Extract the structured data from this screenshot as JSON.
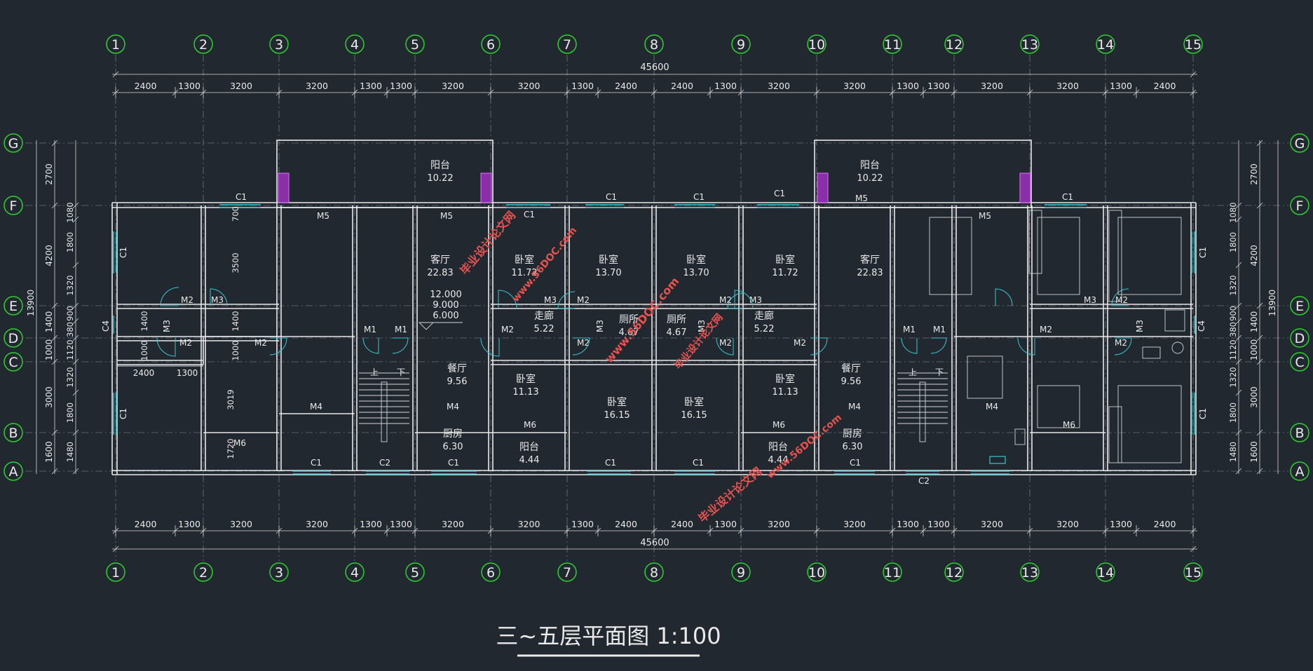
{
  "title": "三~五层平面图 1:100",
  "axes_x": [
    "1",
    "2",
    "3",
    "4",
    "5",
    "6",
    "7",
    "8",
    "9",
    "10",
    "11",
    "12",
    "13",
    "14",
    "15"
  ],
  "axes_y": [
    "G",
    "F",
    "E",
    "D",
    "C",
    "B",
    "A"
  ],
  "overall_dim": "45600",
  "overall_dim_bottom": "45600",
  "dims_top": [
    "2400",
    "1300",
    "3200",
    "3200",
    "1300",
    "1300",
    "3200",
    "3200",
    "1300",
    "2400",
    "2400",
    "1300",
    "3200",
    "3200",
    "1300",
    "1300",
    "3200",
    "3200",
    "1300",
    "2400"
  ],
  "dims_bottom": [
    "2400",
    "1300",
    "3200",
    "3200",
    "1300",
    "1300",
    "3200",
    "3200",
    "1300",
    "2400",
    "2400",
    "1300",
    "3200",
    "3200",
    "1300",
    "1300",
    "3200",
    "3200",
    "1300",
    "2400"
  ],
  "dims_left_outer": [
    "2700",
    "4200",
    "13900",
    "1400",
    "1000",
    "3000",
    "1600"
  ],
  "dims_left_inner": [
    "1080",
    "1800",
    "1320",
    "900",
    "380",
    "1120",
    "1320",
    "1800",
    "1480"
  ],
  "dims_right_outer": [
    "2700",
    "4200",
    "13900",
    "1400",
    "1000",
    "3000",
    "1600"
  ],
  "dims_right_inner": [
    "1080",
    "1800",
    "1320",
    "900",
    "380",
    "1120",
    "1320",
    "1800",
    "1480"
  ],
  "rooms": [
    {
      "name": "阳台",
      "area": "10.22"
    },
    {
      "name": "阳台",
      "area": "10.22"
    },
    {
      "name": "客厅",
      "area": "22.83"
    },
    {
      "name": "客厅",
      "area": "22.83"
    },
    {
      "name": "卧室",
      "area": "11.72"
    },
    {
      "name": "卧室",
      "area": "13.70"
    },
    {
      "name": "卧室",
      "area": "13.70"
    },
    {
      "name": "卧室",
      "area": "11.72"
    },
    {
      "name": "走廊",
      "area": "5.22"
    },
    {
      "name": "走廊",
      "area": "5.22"
    },
    {
      "name": "厕所",
      "area": "4.67"
    },
    {
      "name": "厕所",
      "area": "4.67"
    },
    {
      "name": "餐厅",
      "area": "9.56"
    },
    {
      "name": "餐厅",
      "area": "9.56"
    },
    {
      "name": "卧室",
      "area": "11.13"
    },
    {
      "name": "卧室",
      "area": "11.13"
    },
    {
      "name": "卧室",
      "area": "16.15"
    },
    {
      "name": "卧室",
      "area": "16.15"
    },
    {
      "name": "厨房",
      "area": "6.30"
    },
    {
      "name": "厨房",
      "area": "6.30"
    },
    {
      "name": "阳台",
      "area": "4.44"
    },
    {
      "name": "阳台",
      "area": "4.44"
    }
  ],
  "levels": [
    "12.000",
    "9.000",
    "6.000"
  ],
  "stair": {
    "up": "上",
    "down": "下"
  },
  "labels": {
    "C1": "C1",
    "C2": "C2",
    "C4": "C4",
    "M1": "M1",
    "M2": "M2",
    "M3": "M3",
    "M4": "M4",
    "M5": "M5",
    "M6": "M6",
    "d700": "700",
    "d3500": "3500",
    "d1400": "1400",
    "d1000": "1000",
    "d3019": "3019",
    "d1720": "1720",
    "d2400": "2400",
    "d1300": "1300"
  },
  "watermarks": [
    "毕业设计论文网",
    "www.56DOC.com",
    "毕业设计论文网",
    "www.56DOC.com",
    "毕业设计论文网",
    "www.56DOC.com"
  ],
  "colors": {
    "background": "#212830",
    "walls": "#e8e8e8",
    "windows": "#38c7cf",
    "axis_bubble": "#2fd02f",
    "watermark": "#e8524f",
    "fire_box": "#8b2fa8"
  }
}
